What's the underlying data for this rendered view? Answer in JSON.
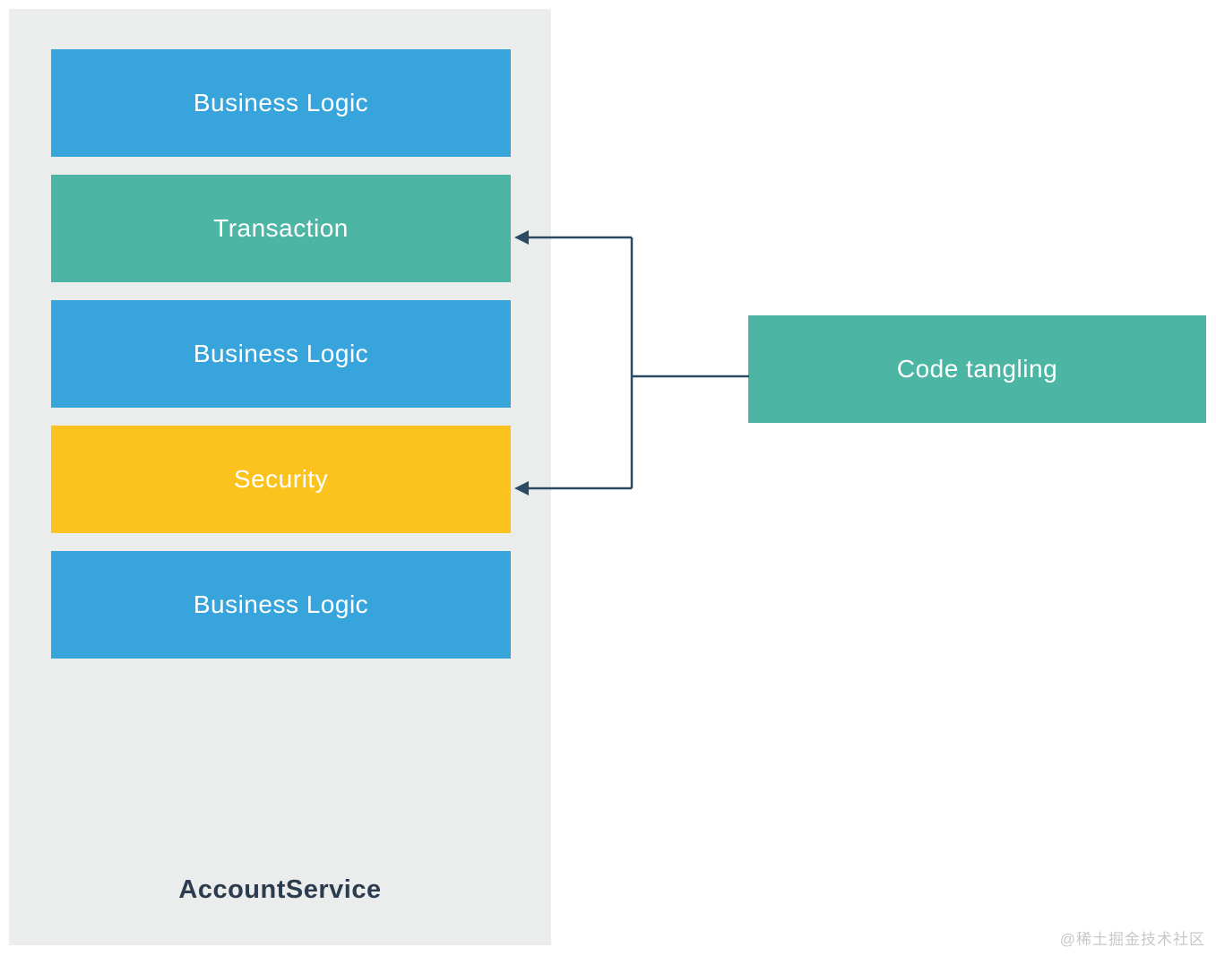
{
  "diagram": {
    "container": {
      "label": "AccountService",
      "blocks": [
        {
          "label": "Business Logic",
          "type": "business-logic"
        },
        {
          "label": "Transaction",
          "type": "transaction"
        },
        {
          "label": "Business Logic",
          "type": "business-logic"
        },
        {
          "label": "Security",
          "type": "security"
        },
        {
          "label": "Business Logic",
          "type": "business-logic"
        }
      ]
    },
    "annotation": {
      "label": "Code tangling"
    },
    "colors": {
      "business_logic": "#38a4dc",
      "transaction": "#4cb5a3",
      "security": "#fcc21d",
      "annotation_box": "#4cb5a3",
      "container_background": "#ebecec",
      "arrow": "#2c4a63",
      "title_text": "#2b3c4e"
    },
    "watermark": "@稀土掘金技术社区"
  }
}
